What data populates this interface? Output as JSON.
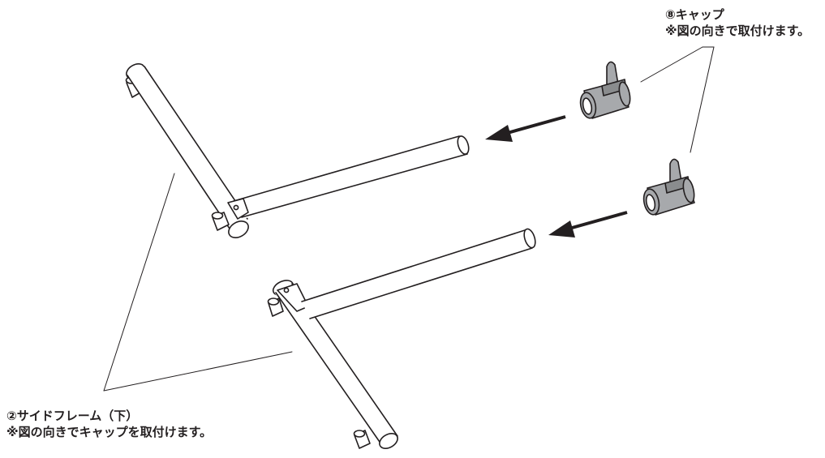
{
  "callouts": {
    "cap": {
      "title": "⑧キャップ",
      "note": "※図の向きで取付けます。"
    },
    "side_frame": {
      "title": "②サイドフレーム（下）",
      "note": "※図の向きでキャップを取付けます。"
    }
  },
  "colors": {
    "line": "#231f20",
    "cap_fill": "#a7a9ac",
    "cap_shadow": "#8a8c8e",
    "tube_fill": "#ffffff"
  }
}
